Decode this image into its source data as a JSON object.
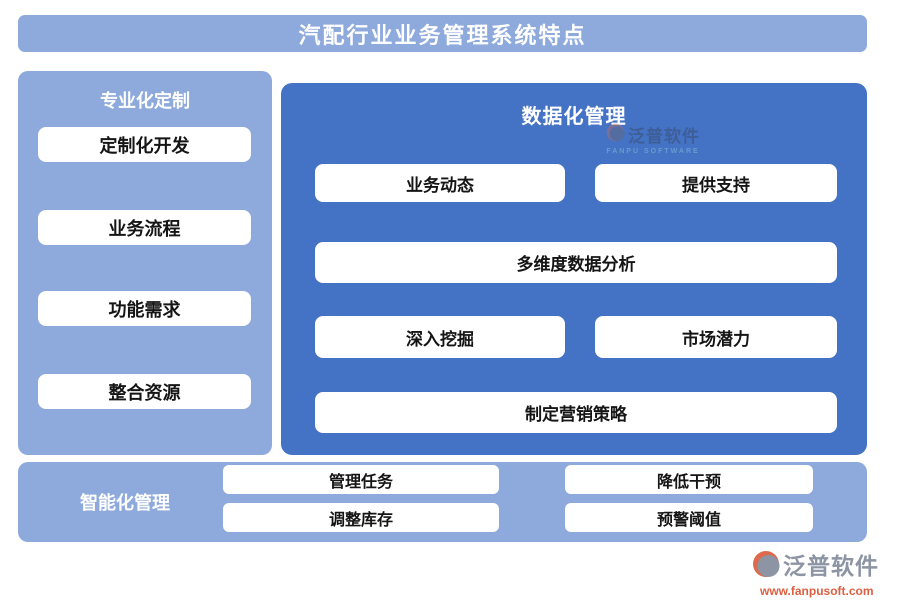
{
  "banner": {
    "title": "汽配行业业务管理系统特点"
  },
  "left_panel": {
    "title": "专业化定制",
    "items": [
      {
        "label": "定制化开发"
      },
      {
        "label": "业务流程"
      },
      {
        "label": "功能需求"
      },
      {
        "label": "整合资源"
      }
    ]
  },
  "main_panel": {
    "title": "数据化管理",
    "watermark": {
      "name": "泛普软件",
      "subtitle": "FANPU SOFTWARE"
    },
    "items": [
      {
        "label": "业务动态"
      },
      {
        "label": "提供支持"
      },
      {
        "label": "多维度数据分析"
      },
      {
        "label": "深入挖掘"
      },
      {
        "label": "市场潜力"
      },
      {
        "label": "制定营销策略"
      }
    ]
  },
  "bottom_panel": {
    "title": "智能化管理",
    "items": [
      {
        "label": "管理任务"
      },
      {
        "label": "降低干预"
      },
      {
        "label": "调整库存"
      },
      {
        "label": "预警阈值"
      }
    ]
  },
  "footer_logo": {
    "name": "泛普软件",
    "url": "www.fanpusoft.com"
  },
  "colors": {
    "light_blue": "#8EA9DC",
    "dark_blue": "#4472C4",
    "chip_text": "#151515",
    "logo_gray": "#8D95A5",
    "logo_orange": "#DD6A4D",
    "url_red": "#DD5F41"
  }
}
